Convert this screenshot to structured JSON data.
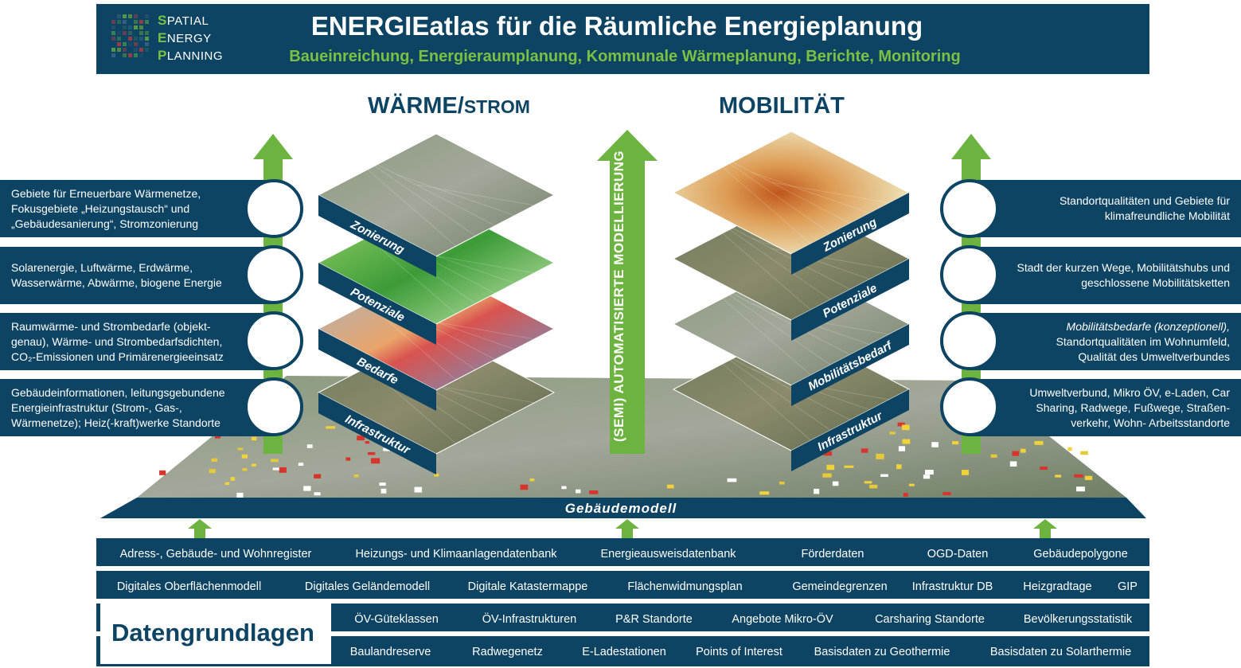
{
  "header": {
    "logo": {
      "line1_cap": "S",
      "line1_rest": "PATIAL",
      "line2_cap": "E",
      "line2_rest": "NERGY",
      "line3_cap": "P",
      "line3_rest": "LANNING"
    },
    "title": "ENERGIEatlas für die Räumliche Energieplanung",
    "subtitle": "Baueinreichung, Energieraumplanung, Kommunale Wärmeplanung, Berichte, Monitoring"
  },
  "sections": {
    "left_title_main": "WÄRME/",
    "left_title_small": "STROM",
    "right_title": "MOBILITÄT",
    "center_label": "(SEMI) AUTOMATISIERTE MODELLIERUNG",
    "base_label": "Gebäudemodell"
  },
  "left_layers": [
    "Zonierung",
    "Potenziale",
    "Bedarfe",
    "Infrastruktur"
  ],
  "right_layers": [
    "Zonierung",
    "Potenziale",
    "Mobilitätsbedarf",
    "Infrastruktur"
  ],
  "left_boxes": [
    {
      "line1": "Gebiete für Erneuerbare Wärmenetze,",
      "line2": "Fokusgebiete „Heizungstausch“ und",
      "line3": "„Gebäudesanierung“, Stromzonierung"
    },
    {
      "line1": "Solarenergie, Luftwärme, Erdwärme,",
      "line2": "Wasserwärme, Abwärme, biogene Energie",
      "line3": ""
    },
    {
      "line1": "Raumwärme- und Strombedarfe (objekt-",
      "line2": "genau), Wärme- und Strombedarfsdichten,",
      "line3": "CO₂-Emissionen und Primärenergieeinsatz"
    },
    {
      "line1": "Gebäudeinformationen, leitungsgebundene",
      "line2": "Energieinfrastruktur  (Strom-, Gas-,",
      "line3": "Wärmenetze); Heiz(-kraft)werke Standorte"
    }
  ],
  "right_boxes": [
    {
      "line1": "Standortqualitäten und Gebiete für",
      "line2": "klimafreundliche Mobilität",
      "line3": ""
    },
    {
      "line1": "Stadt der kurzen Wege, Mobilitätshubs und",
      "line2": "geschlossene Mobilitätsketten",
      "line3": ""
    },
    {
      "line1": "Mobilitätsbedarfe (konzeptionell),",
      "line2": "Standortqualitäten im Wohnumfeld,",
      "line3": "Qualität des Umweltverbundes"
    },
    {
      "line1": "Umweltverbund, Mikro ÖV, e-Laden, Car",
      "line2": "Sharing, Radwege, Fußwege, Straßen-",
      "line3": "verkehr, Wohn- Arbeitsstandorte"
    }
  ],
  "data_title": "Datengrundlagen",
  "data_rows": [
    [
      "Adress-, Gebäude- und Wohnregister",
      "Heizungs- und Klimaanlagendatenbank",
      "Energieausweisdatenbank",
      "Förderdaten",
      "OGD-Daten",
      "Gebäudepolygone"
    ],
    [
      "Digitales Oberflächenmodell",
      "Digitales Geländemodell",
      "Digitale Katastermappe",
      "Flächenwidmungsplan",
      "Gemeindegrenzen",
      "Infrastruktur DB",
      "Heizgradtage",
      "GIP"
    ],
    [
      "ÖV-Güteklassen",
      "ÖV-Infrastrukturen",
      "P&R Standorte",
      "Angebote Mikro-ÖV",
      "Carsharing Standorte",
      "Bevölkerungsstatistik"
    ],
    [
      "Baulandreserve",
      "Radwegenetz",
      "E-Ladestationen",
      "Points of Interest",
      "Basisdaten zu Geothermie",
      "Basisdaten zu Solarthermie"
    ]
  ],
  "colors": {
    "navy": "#0e4463",
    "green": "#7ac143",
    "arrow_green": "#6db33f"
  }
}
